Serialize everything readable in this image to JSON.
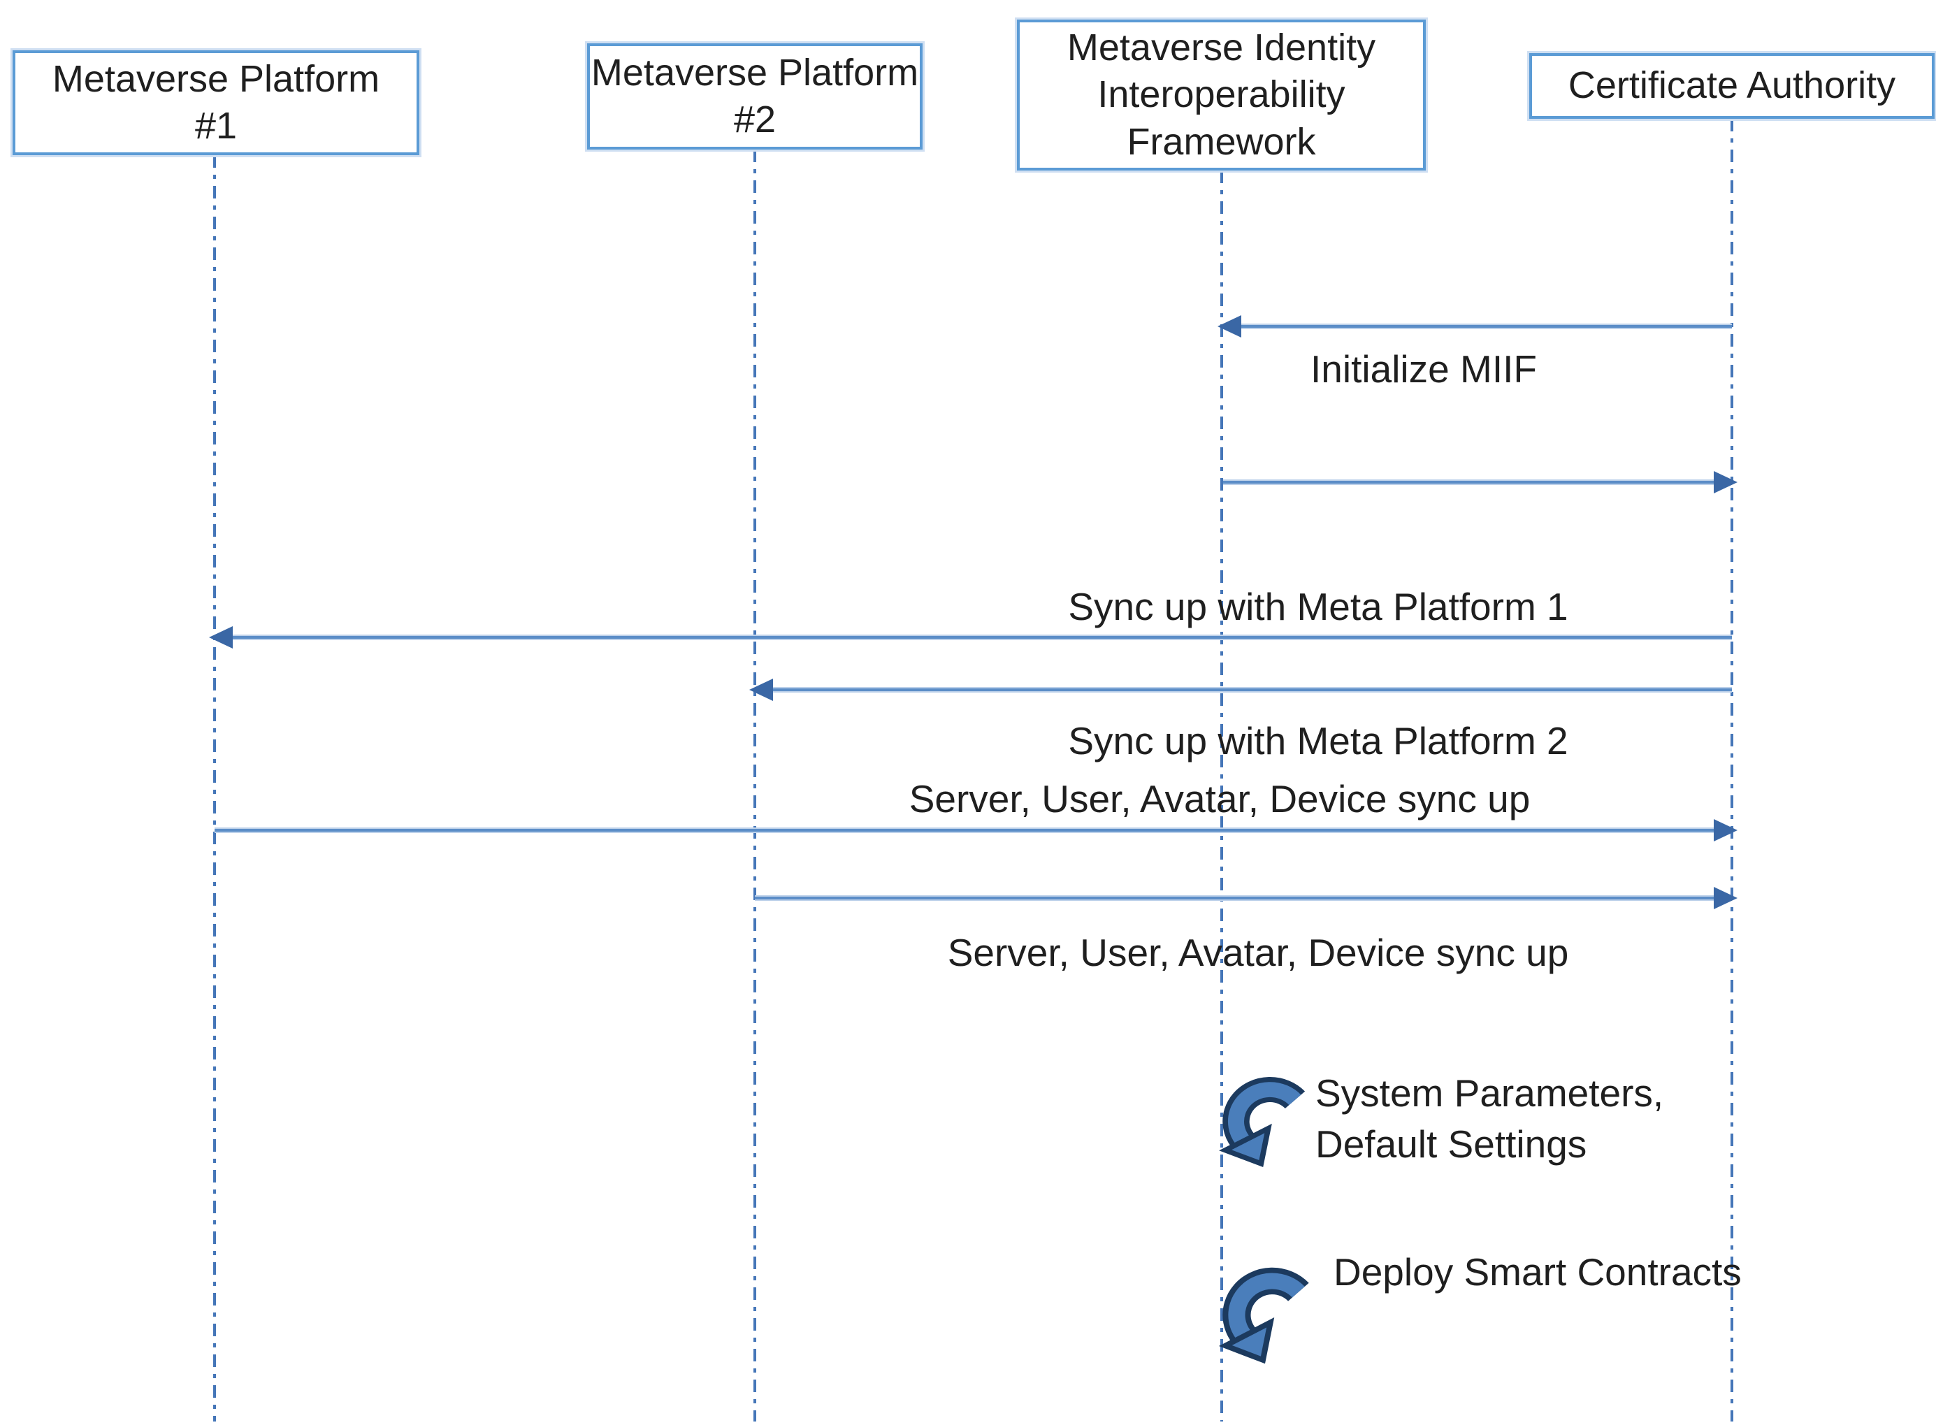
{
  "diagram": {
    "title": "Metaverse identity interoperability sequence diagram",
    "colors": {
      "box_border": "#5b9bd5",
      "box_halo": "#cfdff2",
      "lifeline": "#4576b8",
      "arrow": "#5b8dc7",
      "arrow_halo": "#bdd1ea",
      "arrowhead": "#3a67a5",
      "text": "#1f1f1f",
      "loop_fill": "#4a7ebb",
      "loop_stroke": "#1c3a5e",
      "background": "#ffffff"
    }
  },
  "participants": [
    {
      "label": "Metaverse Platform\n#1"
    },
    {
      "label": "Metaverse Platform\n#2"
    },
    {
      "label": "Metaverse Identity\nInteroperability\nFramework"
    },
    {
      "label": "Certificate Authority"
    }
  ],
  "messages": [
    {
      "label": "Initialize MIIF",
      "from": "Certificate Authority",
      "to": "Metaverse Identity Interoperability Framework",
      "direction": "left"
    },
    {
      "label": "",
      "from": "Metaverse Identity Interoperability Framework",
      "to": "Certificate Authority",
      "direction": "right"
    },
    {
      "label": "Sync up with Meta Platform 1",
      "from": "Certificate Authority",
      "to": "Metaverse Platform #1",
      "direction": "left"
    },
    {
      "label": "Sync up with Meta Platform 2",
      "from": "Certificate Authority",
      "to": "Metaverse Platform #2",
      "direction": "left"
    },
    {
      "label": "Server, User, Avatar, Device sync up",
      "from": "Metaverse Platform #1",
      "to": "Certificate Authority",
      "direction": "right"
    },
    {
      "label": "Server, User, Avatar, Device sync up",
      "from": "Metaverse Platform #2",
      "to": "Certificate Authority",
      "direction": "right"
    }
  ],
  "self_messages": [
    {
      "label": "System Parameters,\nDefault Settings",
      "on": "Metaverse Identity Interoperability Framework",
      "icon": "loop-arrow-icon"
    },
    {
      "label": "Deploy Smart Contracts",
      "on": "Metaverse Identity Interoperability Framework",
      "icon": "loop-arrow-icon"
    }
  ]
}
